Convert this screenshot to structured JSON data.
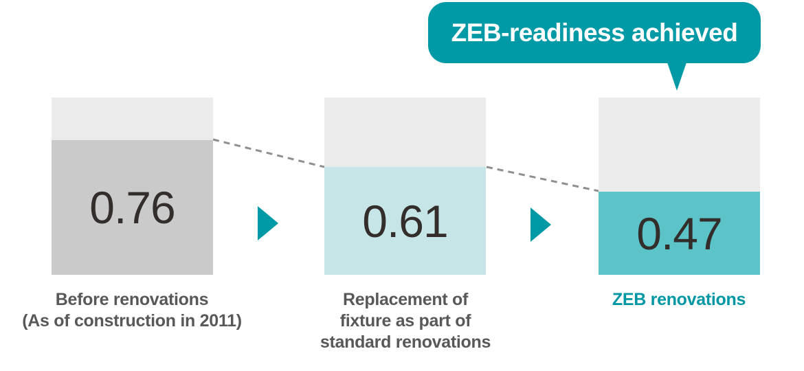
{
  "callout": {
    "text": "ZEB-readiness achieved"
  },
  "colors": {
    "accent_teal": "#0099a6",
    "bar_track_gray": "#ebebeb",
    "bar1_fill": "#cacaca",
    "bar2_fill": "#c5e5e6",
    "bar3_fill": "#5cc3c9",
    "value_text": "#332d2b",
    "label_gray": "#595757",
    "label_teal": "#0097a5",
    "connector_gray": "#8f8f8f",
    "callout_text": "#ffffff"
  },
  "bars": [
    {
      "name": "before-renovations",
      "value": "0.76",
      "label_lines": [
        "Before renovations",
        "(As of construction in 2011)"
      ],
      "fill_color": "#cacaca",
      "label_color": "#595757",
      "value_color": "#332d2b"
    },
    {
      "name": "standard-renovations",
      "value": "0.61",
      "label_lines": [
        "Replacement of",
        "fixture as part of",
        "standard renovations"
      ],
      "fill_color": "#c5e5e6",
      "label_color": "#595757",
      "value_color": "#332d2b"
    },
    {
      "name": "zeb-renovations",
      "value": "0.47",
      "label_lines": [
        "ZEB renovations"
      ],
      "fill_color": "#5cc3c9",
      "label_color": "#0097a5",
      "value_color": "#332d2b"
    }
  ],
  "chart_data": {
    "type": "bar",
    "categories": [
      "Before renovations (As of construction in 2011)",
      "Replacement of fixture as part of standard renovations",
      "ZEB renovations"
    ],
    "values": [
      0.76,
      0.61,
      0.47
    ],
    "value_labels": [
      "0.76",
      "0.61",
      "0.47"
    ],
    "title": "",
    "xlabel": "",
    "ylabel": "",
    "ylim": [
      0,
      1.0
    ],
    "annotation": "ZEB-readiness achieved",
    "legend": "none",
    "grid": false,
    "notes": "Full light-gray bar height represents 1.0; colored fill height represents the BEI value. Dashed lines connect successive fill levels; teal arrows indicate progression between stages."
  }
}
